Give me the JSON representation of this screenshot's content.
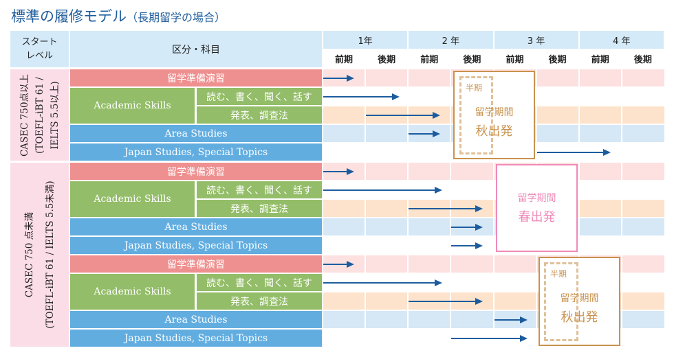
{
  "title": "標準の履修モデル",
  "subtitle": "（長期留学の場合）",
  "header": {
    "start_level": "スタート\nレベル",
    "subject": "区分・科目",
    "years": [
      "1年",
      "2 年",
      "3 年",
      "4 年"
    ],
    "halves": [
      "前期",
      "後期",
      "前期",
      "後期",
      "前期",
      "後期",
      "前期",
      "後期"
    ]
  },
  "colors": {
    "prep_row": "#fde0e0",
    "present_row": "#fde3cb",
    "area_row": "#d6e8f6",
    "plain_row": "#ffffff",
    "arrow": "#1c5c9e",
    "autumn": "#c8924e",
    "spring": "#ef8ab8"
  },
  "subjects": {
    "prep": "留学準備演習",
    "academic": "Academic Skills",
    "rwls": "読む、書く、聞く、話す",
    "present": "発表、調査法",
    "area": "Area Studies",
    "japan": "Japan Studies, Special Topics"
  },
  "levels": [
    {
      "label": "CASEC 750点以上\n(TOEFL-iBT 61 /\nIELTS 5.5以上)"
    },
    {
      "label": "CASEC 750 点未満\n(TOEFL-iBT 61 / IELTS 5.5未満)"
    }
  ],
  "blocks": [
    {
      "arrows_semesters": [
        [
          0,
          0.7
        ],
        [
          0,
          1.75
        ],
        [
          1,
          2.7
        ],
        [
          2,
          2.7
        ],
        [
          5,
          6.7
        ]
      ]
    },
    {
      "arrows_semesters": [
        [
          0,
          0.7
        ],
        [
          0,
          2.75
        ],
        [
          2,
          3.7
        ],
        [
          3,
          3.7
        ],
        [
          3,
          3.7
        ]
      ]
    },
    {
      "arrows_semesters": [
        [
          0,
          0.7
        ],
        [
          0,
          2.75
        ],
        [
          2,
          3.7
        ],
        [
          4,
          4.75
        ],
        [
          3,
          4.75
        ]
      ]
    }
  ],
  "study_abroad": [
    {
      "half": "半期",
      "period": "留学期間",
      "start": "秋出発",
      "type": "autumn"
    },
    {
      "period": "留学期間",
      "start": "春出発",
      "type": "spring"
    },
    {
      "half": "半期",
      "period": "留学期間",
      "start": "秋出発",
      "type": "autumn"
    }
  ]
}
